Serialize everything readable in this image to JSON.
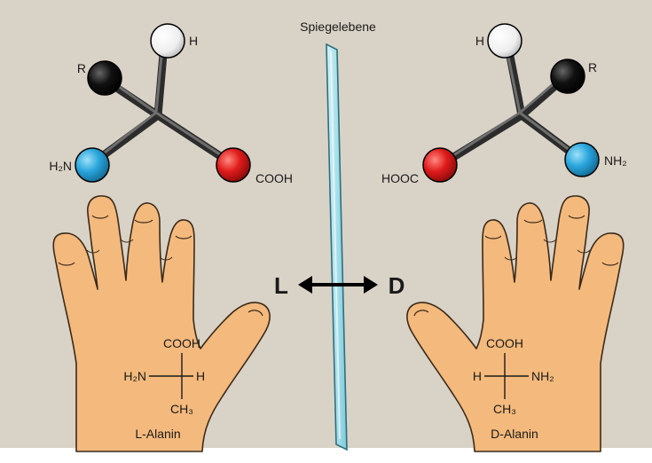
{
  "mirror": {
    "label": "Spiegelebene"
  },
  "molecule_left": {
    "atom_r": "R",
    "atom_h": "H",
    "atom_n": "H₂N",
    "atom_c": "COOH"
  },
  "molecule_right": {
    "atom_r": "R",
    "atom_h": "H",
    "atom_n": "NH₂",
    "atom_c": "HOOC"
  },
  "arrow": {
    "left": "L",
    "right": "D"
  },
  "hand_left": {
    "top": "COOH",
    "left": "H₂N",
    "right": "H",
    "bottom": "CH₃",
    "name": "L-Alanin"
  },
  "hand_right": {
    "top": "COOH",
    "left": "H",
    "right": "NH₂",
    "bottom": "CH₃",
    "name": "D-Alanin"
  },
  "colors": {
    "background": "#d9d2c6",
    "skin": "#f4b97c",
    "atom_r": "#111111",
    "atom_h": "#f7f7f7",
    "atom_n": "#2aa6dd",
    "atom_c": "#e01b1b",
    "mirror": "#a8e0ea"
  }
}
